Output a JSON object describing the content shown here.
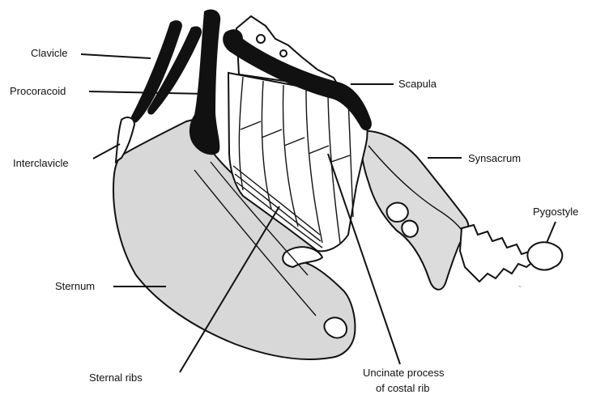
{
  "colors": {
    "ink": "#111111",
    "sternum_fill": "#d8d8d8",
    "synsacrum_fill": "#dcdcdc",
    "background": "#ffffff"
  },
  "labels": {
    "clavicle": "Clavicle",
    "procoracoid": "Procoracoid",
    "interclavicle": "Interclavicle",
    "sternum": "Sternum",
    "sternal_ribs": "Sternal ribs",
    "scapula": "Scapula",
    "synsacrum": "Synsacrum",
    "pygostyle": "Pygostyle",
    "uncinate_line1": "Uncinate process",
    "uncinate_line2": "of costal rib"
  }
}
